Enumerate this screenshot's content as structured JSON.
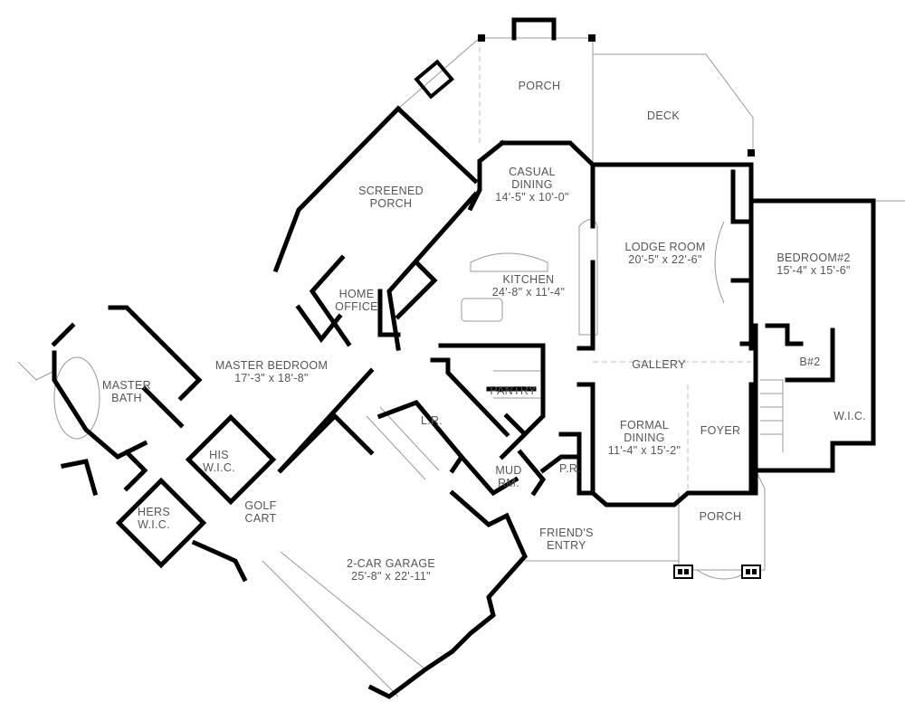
{
  "rooms": {
    "porch_rear": {
      "name": "PORCH"
    },
    "deck": {
      "name": "DECK"
    },
    "casual_dining": {
      "name_line1": "CASUAL",
      "name_line2": "DINING",
      "size": "14'-5\" x 10'-0\""
    },
    "screened_porch": {
      "name_line1": "SCREENED",
      "name_line2": "PORCH"
    },
    "kitchen": {
      "name": "KITCHEN",
      "size": "24'-8\" x 11'-4\""
    },
    "lodge_room": {
      "name": "LODGE  ROOM",
      "size": "20'-5\" x 22'-6\""
    },
    "bedroom2": {
      "name": "BEDROOM#2",
      "size": "15'-4\" x 15'-6\""
    },
    "home_office": {
      "name_line1": "HOME",
      "name_line2": "OFFICE"
    },
    "master_bedroom": {
      "name": "MASTER BEDROOM",
      "size": "17'-3\" x 18'-8\""
    },
    "master_bath": {
      "name_line1": "MASTER",
      "name_line2": "BATH"
    },
    "gallery": {
      "name": "GALLERY"
    },
    "pantry": {
      "name": "PANTRY"
    },
    "laundry": {
      "name": "L.R."
    },
    "bath2": {
      "name": "B#2"
    },
    "wic": {
      "name": "W.I.C."
    },
    "formal_dining": {
      "name_line1": "FORMAL",
      "name_line2": "DINING",
      "size": "11'-4\" x 15'-2\""
    },
    "foyer": {
      "name": "FOYER"
    },
    "his_wic": {
      "name_line1": "HIS",
      "name_line2": "W.I.C."
    },
    "hers_wic": {
      "name_line1": "HERS",
      "name_line2": "W.I.C."
    },
    "golf_cart": {
      "name_line1": "GOLF",
      "name_line2": "CART"
    },
    "mud_room": {
      "name_line1": "MUD",
      "name_line2": "RM."
    },
    "powder_room": {
      "name": "P.R."
    },
    "garage": {
      "name": "2-CAR GARAGE",
      "size": "25'-8\" x 22'-11\""
    },
    "friends_entry": {
      "name_line1": "FRIEND'S",
      "name_line2": "ENTRY"
    },
    "porch_front": {
      "name": "PORCH"
    }
  }
}
